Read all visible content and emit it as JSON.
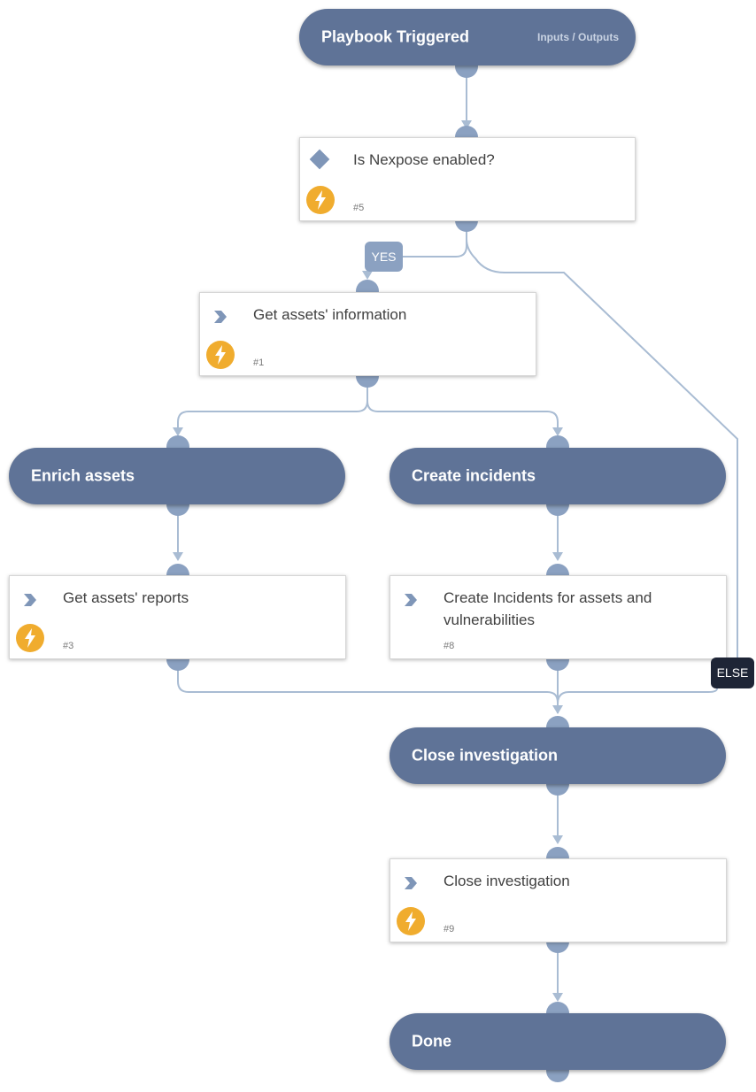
{
  "start": {
    "title": "Playbook Triggered",
    "io_label": "Inputs / Outputs"
  },
  "condition": {
    "label": "Is Nexpose enabled?",
    "number": "#5"
  },
  "branches": {
    "yes": "YES",
    "else": "ELSE"
  },
  "task_get_info": {
    "label": "Get assets' information",
    "number": "#1"
  },
  "section_enrich": {
    "title": "Enrich assets"
  },
  "section_create": {
    "title": "Create incidents"
  },
  "task_reports": {
    "label": "Get assets' reports",
    "number": "#3"
  },
  "task_create": {
    "label": "Create Incidents for assets and vulnerabilities",
    "number": "#8"
  },
  "section_close": {
    "title": "Close investigation"
  },
  "task_close": {
    "label": "Close investigation",
    "number": "#9"
  },
  "end": {
    "title": "Done"
  },
  "colors": {
    "section": "#5f7397",
    "connector": "#a9bcd3",
    "port": "#8ba1c1",
    "automation": "#f0ac2e",
    "else_badge": "#1e2536"
  },
  "icons": {
    "automation": "lightning-icon",
    "condition": "diamond-icon",
    "task": "chevron-icon"
  }
}
